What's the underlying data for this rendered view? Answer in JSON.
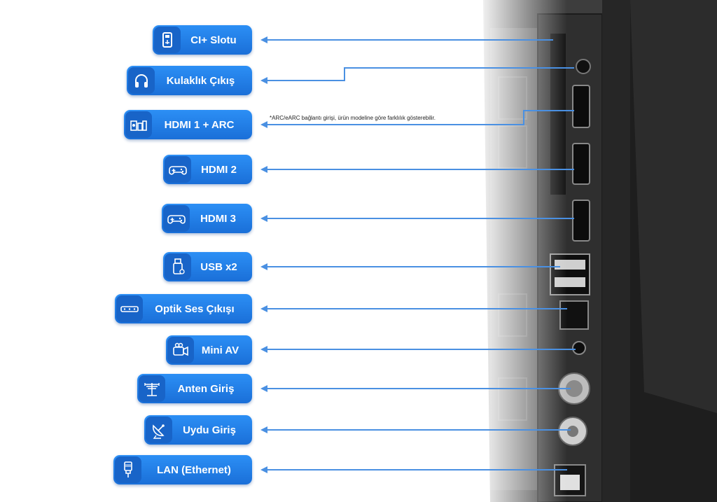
{
  "ports": [
    {
      "label": "CI+ Slotu",
      "icon": "ci-card-icon"
    },
    {
      "label": "Kulaklık Çıkış",
      "icon": "headphones-icon"
    },
    {
      "label": "HDMI 1 + ARC",
      "icon": "soundbar-icon"
    },
    {
      "label": "HDMI 2",
      "icon": "gamepad-icon"
    },
    {
      "label": "HDMI 3",
      "icon": "gamepad-icon"
    },
    {
      "label": "USB x2",
      "icon": "usb-drive-icon"
    },
    {
      "label": "Optik Ses Çıkışı",
      "icon": "optical-bar-icon"
    },
    {
      "label": "Mini AV",
      "icon": "camcorder-icon"
    },
    {
      "label": "Anten Giriş",
      "icon": "antenna-icon"
    },
    {
      "label": "Uydu Giriş",
      "icon": "satellite-dish-icon"
    },
    {
      "label": "LAN (Ethernet)",
      "icon": "ethernet-plug-icon"
    }
  ],
  "note": "*ARC/eARC bağlantı girişi, ürün modeline göre farklılık gösterebilir.",
  "colors": {
    "accent": "#1f7be6",
    "line": "#4a90e2",
    "tv_body": "#2b2b2b"
  }
}
